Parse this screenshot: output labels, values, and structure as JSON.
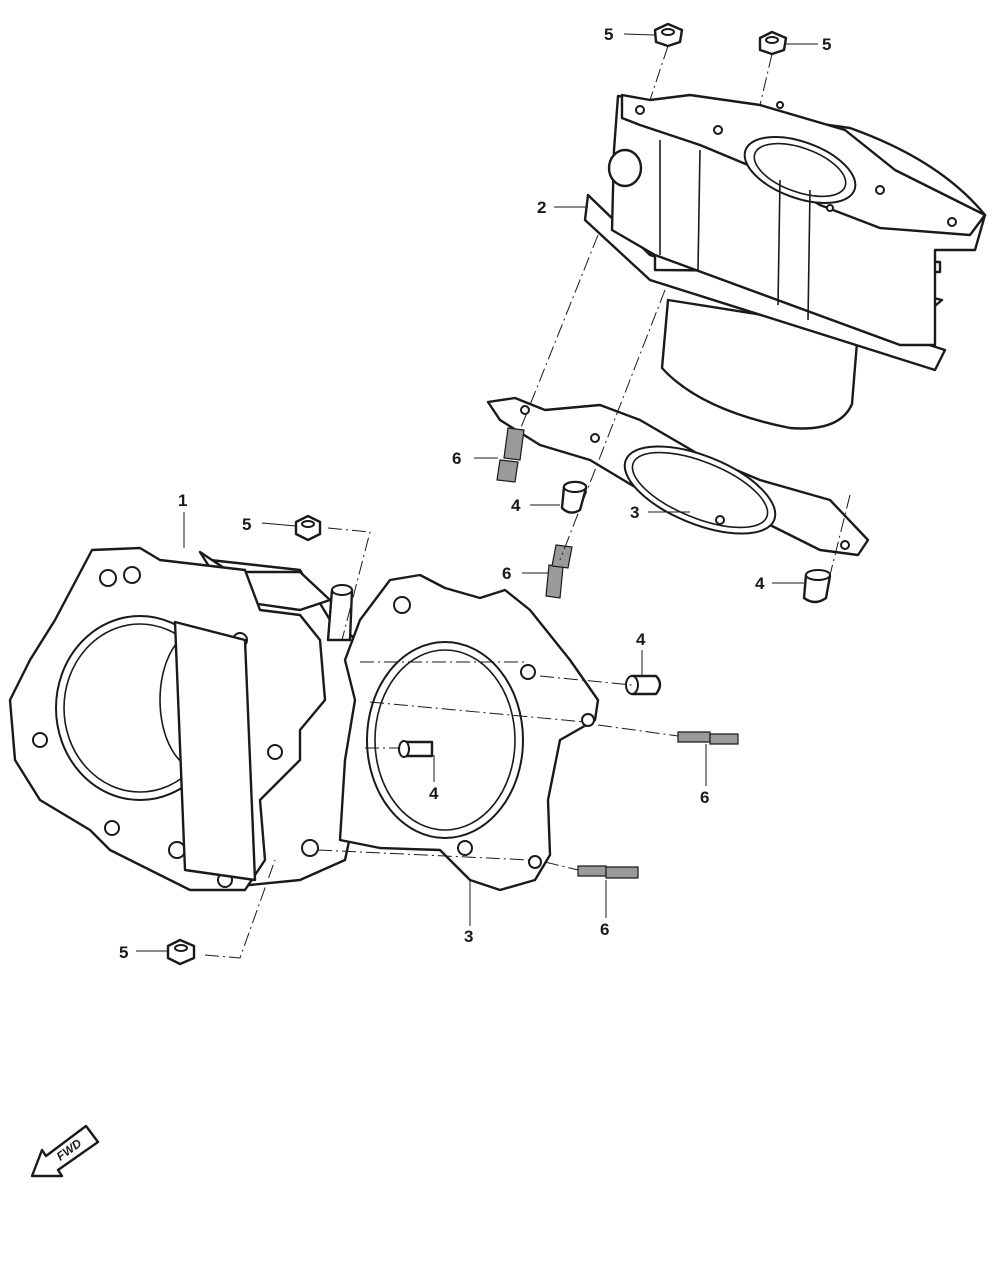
{
  "callouts": {
    "c1": "1",
    "c2": "2",
    "c3a": "3",
    "c3b": "3",
    "c4a": "4",
    "c4b": "4",
    "c4c": "4",
    "c4d": "4",
    "c5a": "5",
    "c5b": "5",
    "c5c": "5",
    "c5d": "5",
    "c6a": "6",
    "c6b": "6",
    "c6c": "6",
    "c6d": "6"
  },
  "direction_marker": "FWD"
}
